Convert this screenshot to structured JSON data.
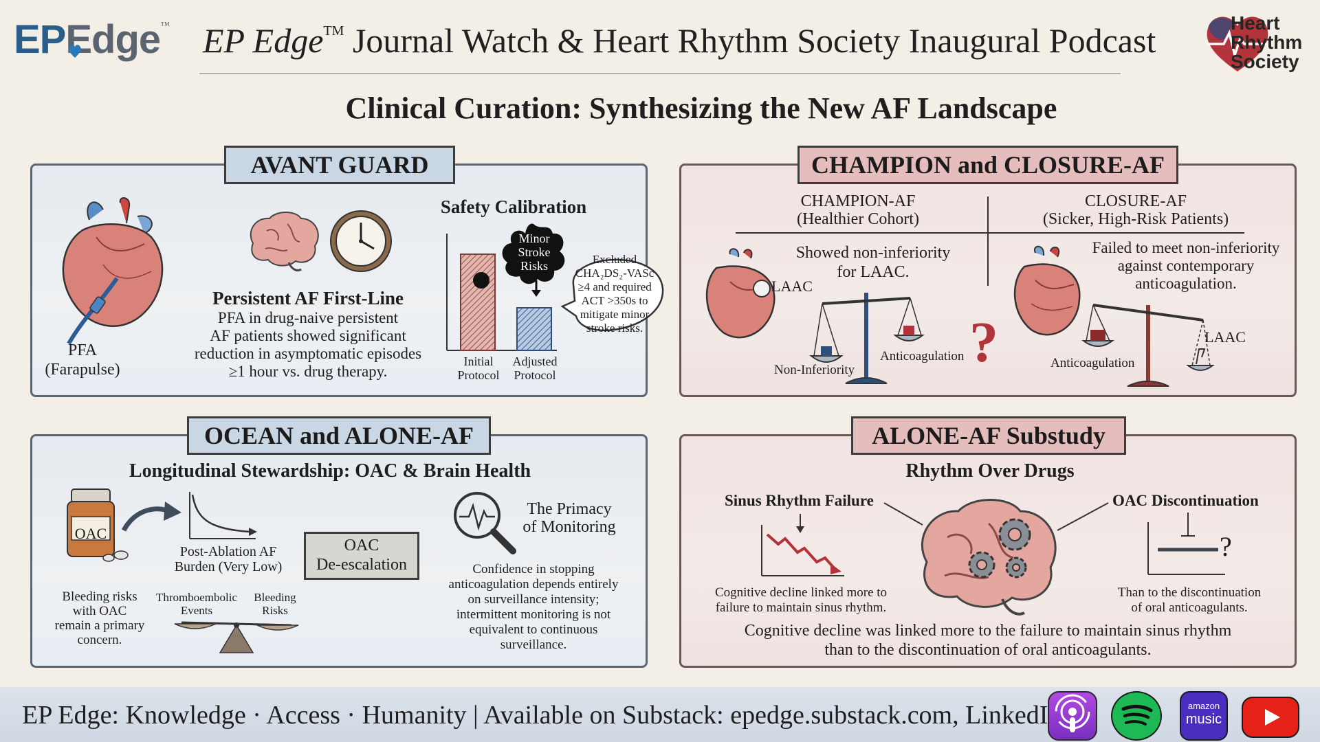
{
  "header": {
    "logo_ep": "EP",
    "logo_edge": "Edge",
    "logo_tm": "™",
    "title_italic": "EP Edge",
    "title_tm": "TM",
    "title_rest": " Journal Watch & Heart Rhythm Society Inaugural Podcast",
    "hrs_line1": "Heart",
    "hrs_line2": "Rhythm",
    "hrs_line3": "Society"
  },
  "subtitle": "Clinical Curation: Synthesizing the New AF Landscape",
  "avant": {
    "tag": "AVANT GUARD",
    "pfa_label_1": "PFA",
    "pfa_label_2": "(Farapulse)",
    "heading": "Persistent AF First-Line",
    "body_1": "PFA in drug-naive persistent",
    "body_2": "AF patients showed significant",
    "body_3": "reduction in asymptomatic episodes",
    "body_4": "≥1 hour vs. drug therapy.",
    "safety_title": "Safety Calibration",
    "splat_1": "Minor",
    "splat_2": "Stroke",
    "splat_3": "Risks",
    "bar1_1": "Initial",
    "bar1_2": "Protocol",
    "bar2_1": "Adjusted",
    "bar2_2": "Protocol",
    "bubble_1": "Excluded",
    "bubble_2": "CHA₂DS₂-VASc",
    "bubble_3": "≥4 and required",
    "bubble_4": "ACT >350s to",
    "bubble_5": "mitigate minor",
    "bubble_6": "stroke risks."
  },
  "champ": {
    "tag": "CHAMPION and CLOSURE-AF",
    "left_title": "CHAMPION-AF",
    "left_sub": "(Healthier Cohort)",
    "right_title": "CLOSURE-AF",
    "right_sub": "(Sicker, High-Risk Patients)",
    "left_result_1": "Showed non-inferiority",
    "left_result_2": "for LAAC.",
    "laac_left": "LAAC",
    "noninf": "Non-Inferiority",
    "anticoag_left": "Anticoagulation",
    "right_result_1": "Failed to meet non-inferiority",
    "right_result_2": "against contemporary",
    "right_result_3": "anticoagulation.",
    "anticoag_right": "Anticoagulation",
    "laac_right": "LAAC",
    "question": "?"
  },
  "ocean": {
    "tag": "OCEAN and ALONE-AF",
    "heading": "Longitudinal Stewardship: OAC & Brain Health",
    "bottle": "OAC",
    "burden_1": "Post-Ablation AF",
    "burden_2": "Burden (Very Low)",
    "deesc_1": "OAC",
    "deesc_2": "De-escalation",
    "bleed_1": "Bleeding risks",
    "bleed_2": "with OAC",
    "bleed_3": "remain a primary",
    "bleed_4": "concern.",
    "scale_left_1": "Thromboembolic",
    "scale_left_2": "Events",
    "scale_right_1": "Bleeding",
    "scale_right_2": "Risks",
    "monitor_1": "The Primacy",
    "monitor_2": "of Monitoring",
    "conf_1": "Confidence in stopping",
    "conf_2": "anticoagulation depends entirely",
    "conf_3": "on surveillance intensity;",
    "conf_4": "intermittent monitoring is not",
    "conf_5": "equivalent to continuous",
    "conf_6": "surveillance."
  },
  "alone": {
    "tag": "ALONE-AF Substudy",
    "heading": "Rhythm Over Drugs",
    "sinus": "Sinus Rhythm Failure",
    "oac": "OAC Discontinuation",
    "left_cap_1": "Cognitive decline linked more to",
    "left_cap_2": "failure to maintain sinus rhythm.",
    "right_cap_1": "Than to the discontinuation",
    "right_cap_2": "of oral anticoagulants.",
    "question": "?",
    "summary_1": "Cognitive decline was linked more to the failure to maintain sinus rhythm",
    "summary_2": "than to the discontinuation of oral anticoagulants."
  },
  "footer": {
    "text": "EP Edge: Knowledge · Access · Humanity  | Available on Substack: epedge.substack.com, LinkedIn",
    "amazon_1": "amazon",
    "amazon_2": "music"
  },
  "colors": {
    "blue_panel": "#e6ebf1",
    "pink_panel": "#f2e3e3",
    "blue_tag": "#c9d6e3",
    "pink_tag": "#e6bdbd",
    "heart_red": "#c9473f",
    "brand_blue": "#2a5d8a"
  }
}
